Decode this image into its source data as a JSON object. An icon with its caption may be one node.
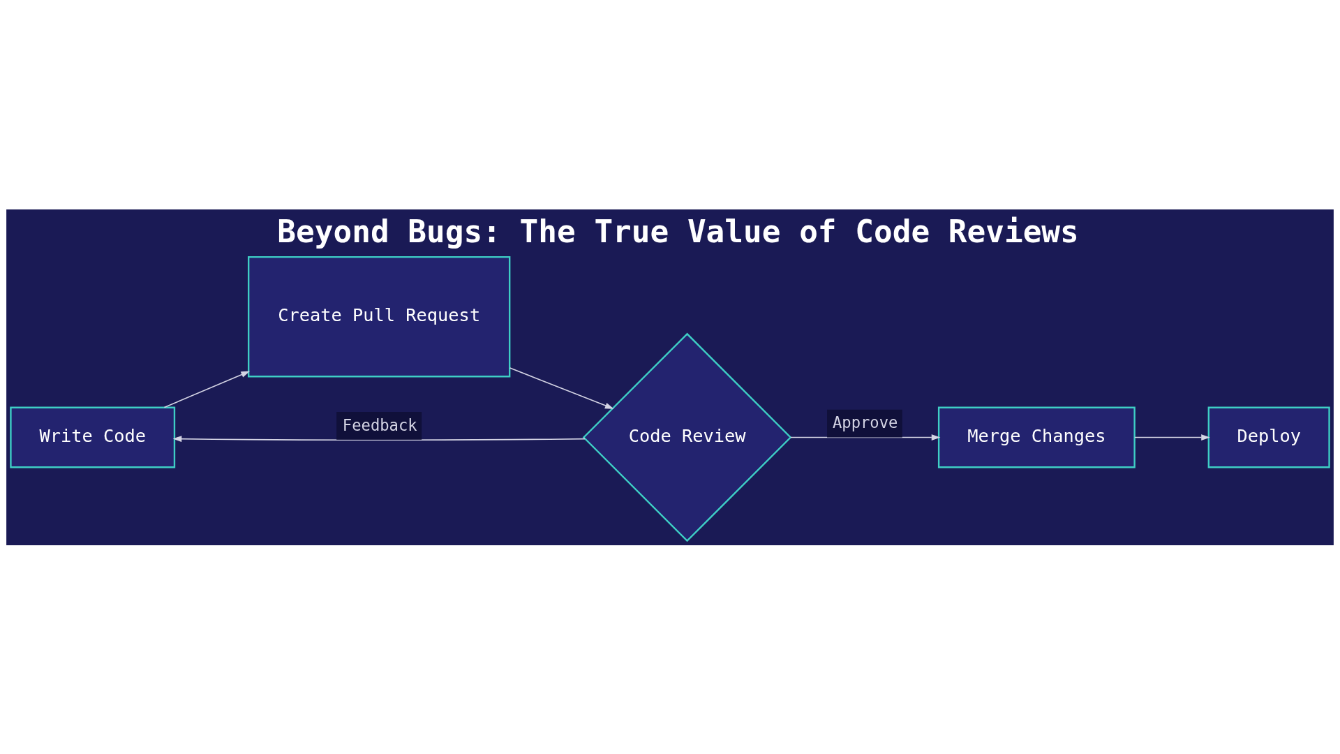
{
  "diagram": {
    "title": "Beyond Bugs: The True Value of Code Reviews",
    "nodes": [
      {
        "text": [
          "Write Code"
        ]
      },
      {
        "text": [
          "Create Pull Request"
        ]
      },
      {
        "text": [
          "Code Review"
        ]
      },
      {
        "text": [
          "Merge Changes"
        ]
      },
      {
        "text": [
          "Deploy"
        ]
      }
    ],
    "edges": [
      {
        "from": 0,
        "to": 1,
        "arrow": "to"
      },
      {
        "from": 1,
        "to": 2,
        "arrow": "to"
      },
      {
        "from": 2,
        "to": 0,
        "arrow": "to",
        "label": "Feedback"
      },
      {
        "from": 2,
        "to": 3,
        "arrow": "to",
        "label": "Approve"
      },
      {
        "from": 3,
        "to": 4,
        "arrow": "to"
      }
    ]
  }
}
